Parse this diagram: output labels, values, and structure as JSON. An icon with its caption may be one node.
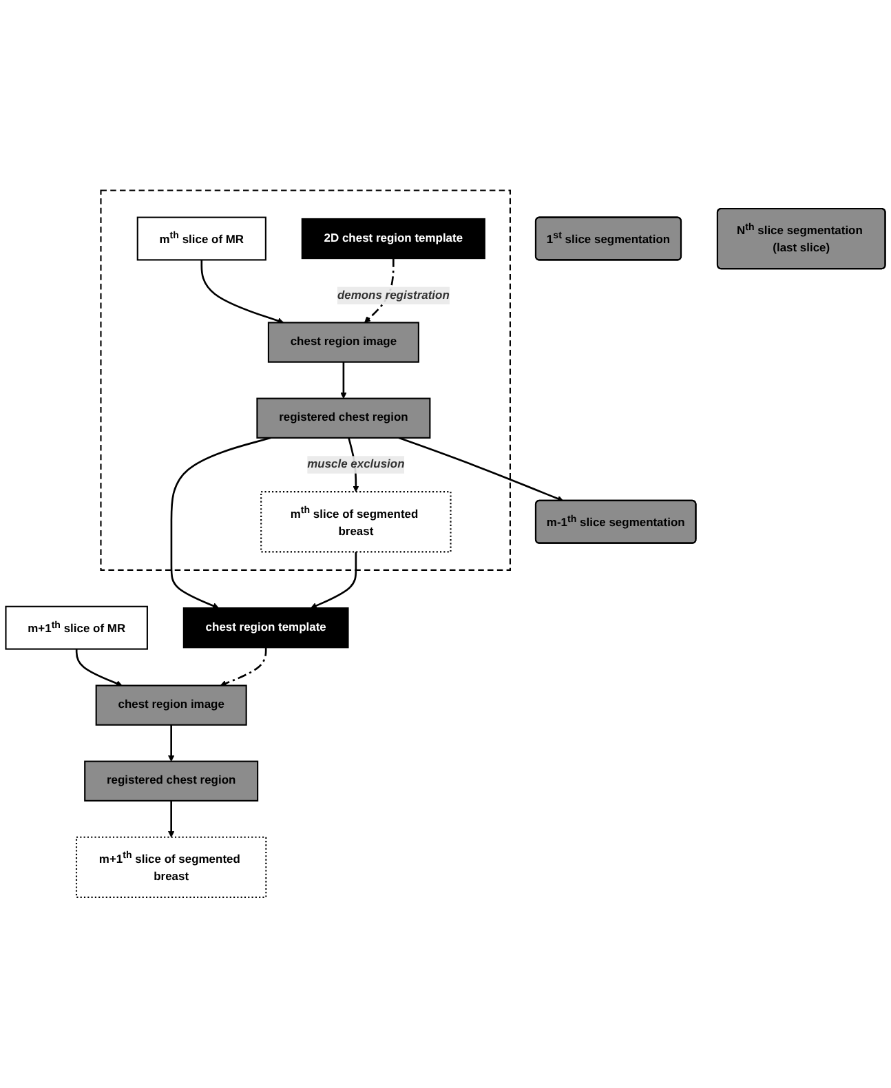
{
  "diagram": {
    "nodes": [
      {
        "text": [
          "1$^{st}$ slice segmentation"
        ]
      },
      {
        "text": [
          "m-1$^{th}$ slice segmentation"
        ]
      },
      {
        "text": [],
        "shape": "box"
      },
      {
        "text": [
          "m$^{th}$ slice of MR"
        ],
        "in": 2
      },
      {
        "text": [
          "chest region image"
        ],
        "in": 2
      },
      {
        "text": [
          "2D chest region template"
        ],
        "in": 2
      },
      {
        "text": [
          "registered chest region"
        ],
        "in": 2
      },
      {
        "text": [
          "m$^{th}$ slice of segmented breast"
        ],
        "in": 2
      },
      {
        "text": [
          "m+1$^{th}$ slice of MR"
        ]
      },
      {
        "text": [
          "chest region image"
        ]
      },
      {
        "text": [
          "chest region template"
        ]
      },
      {
        "text": [
          "registered chest region"
        ]
      },
      {
        "text": [
          "m+1$^{th}$ slice of segmented breast"
        ]
      },
      {
        "text": [
          "N$^{th}$ slice segmentation (last slice)"
        ]
      }
    ],
    "edges": [
      {
        "from": 3,
        "to": 4,
        "arrow": "to"
      },
      {
        "from": 5,
        "to": 4,
        "arrow": "to",
        "label": "demons registration",
        "style": "dashed"
      },
      {
        "from": 4,
        "to": 6,
        "arrow": "to"
      },
      {
        "from": 6,
        "to": 7,
        "arrow": "to",
        "label": "muscle exclusion"
      },
      {
        "from": 6,
        "to": 1,
        "arrow": "to"
      },
      {
        "from": 6,
        "to": 10,
        "arrow": "to"
      },
      {
        "from": 7,
        "to": 10,
        "arrow": "to"
      },
      {
        "from": 8,
        "to": 9,
        "arrow": "to"
      },
      {
        "from": 10,
        "to": 9,
        "arrow": "to",
        "style": "dashed"
      },
      {
        "from": 9,
        "to": 11,
        "arrow": "to"
      },
      {
        "from": 11,
        "to": 12,
        "arrow": "to"
      }
    ]
  }
}
